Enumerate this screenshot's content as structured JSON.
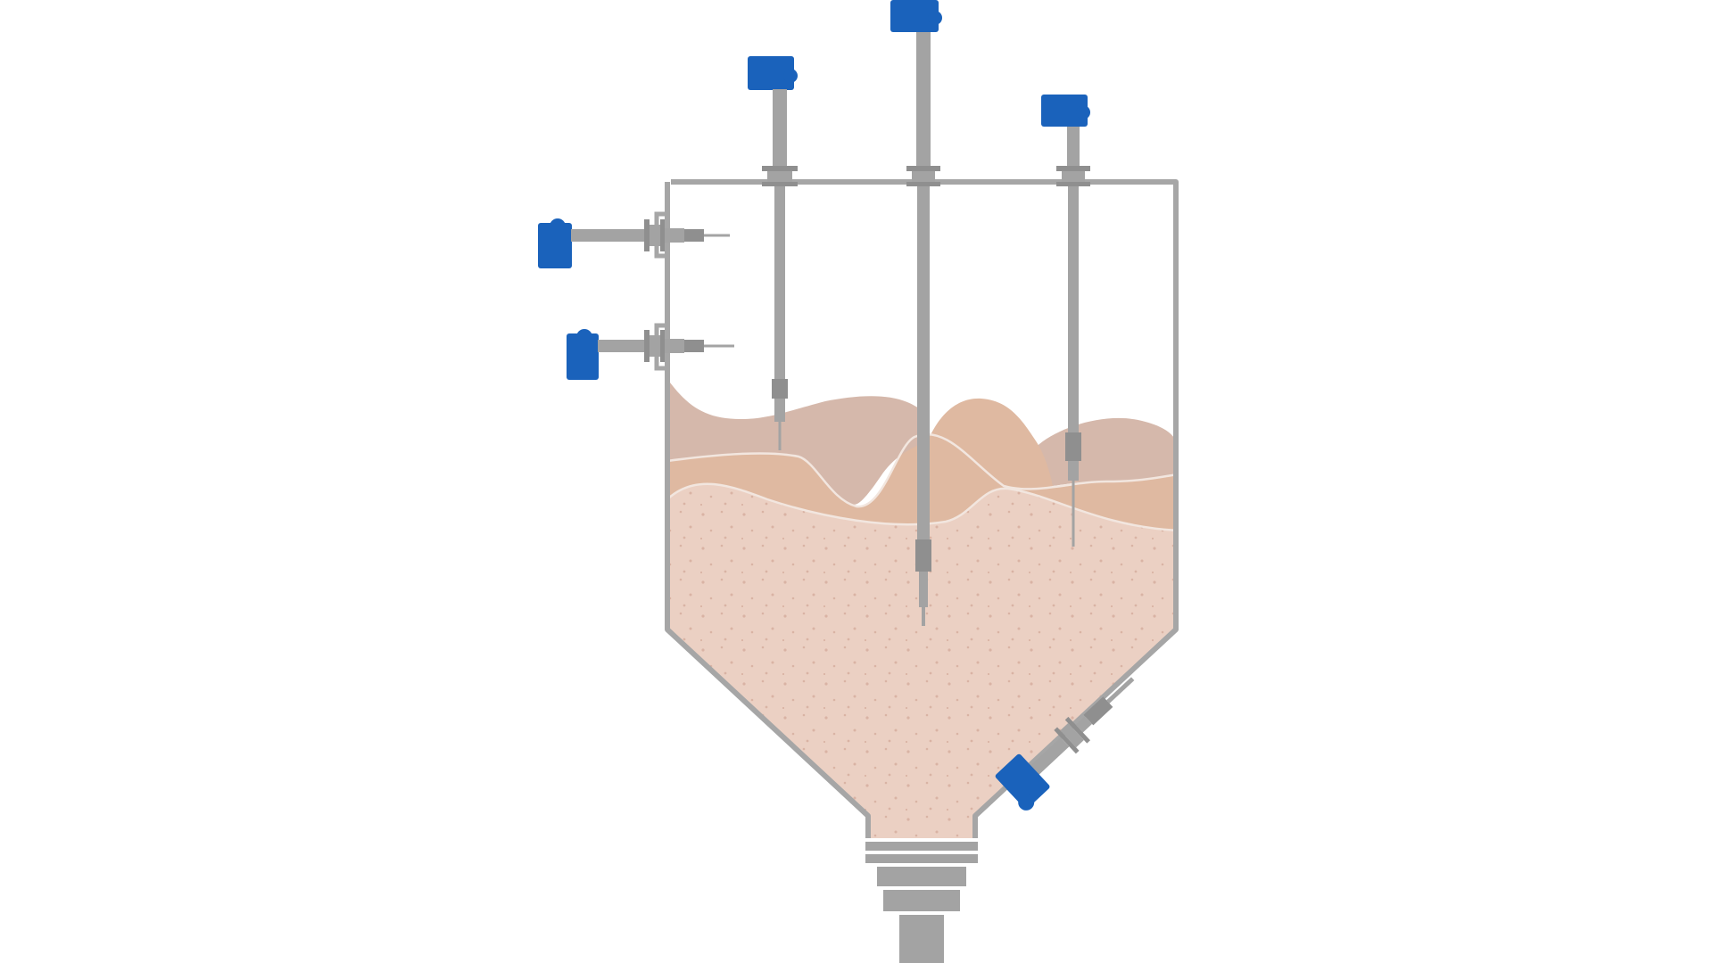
{
  "diagram": {
    "subject": "silo-level-sensors",
    "colors": {
      "background": "#ffffff",
      "wall": "#a6a6a6",
      "pipe": "#a3a3a3",
      "pipe_dark": "#8f8f8f",
      "sensor_head": "#1a62bb",
      "sensor_head_light": "#2d79d0",
      "material_main": "#ebd0c3",
      "material_middle": "#dfb9a1",
      "material_top": "#d5b8ab",
      "speckle": "#d9b3a4",
      "layer_line": "#f2e6df"
    },
    "sensors": [
      {
        "name": "side-sensor-upper",
        "mount": "side"
      },
      {
        "name": "side-sensor-lower",
        "mount": "side"
      },
      {
        "name": "top-rod-sensor-left",
        "mount": "top"
      },
      {
        "name": "top-rod-sensor-center",
        "mount": "top"
      },
      {
        "name": "top-rod-sensor-right",
        "mount": "top"
      },
      {
        "name": "cone-sensor-angled",
        "mount": "cone"
      }
    ],
    "outlet_icon": "outlet-flange-icon"
  }
}
